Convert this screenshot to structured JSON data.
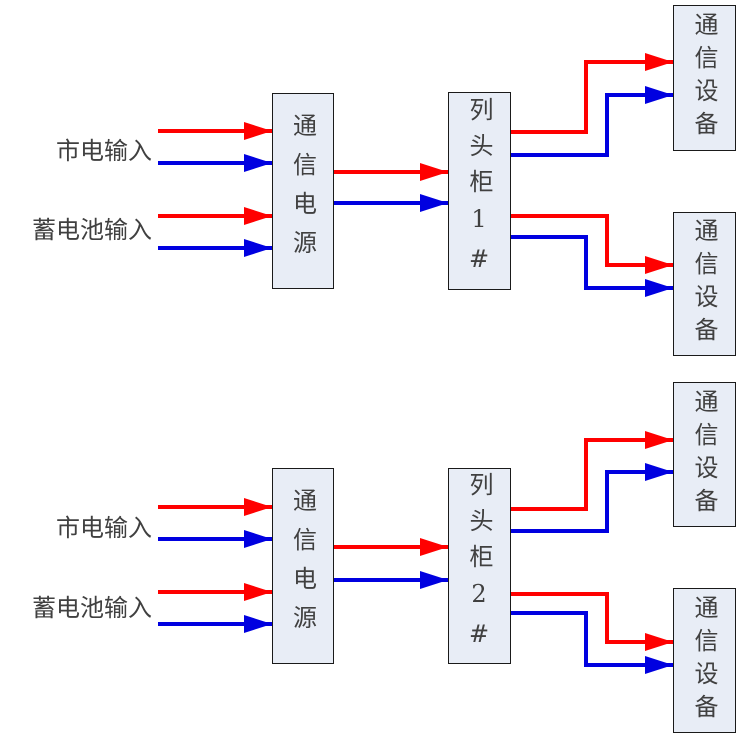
{
  "diagram": {
    "colors": {
      "red_line": "#ff0000",
      "blue_line": "#0000e0",
      "box_fill": "#e8edf6",
      "box_border": "#1a1a1a"
    },
    "sections": [
      {
        "mains_input_label": "市电输入",
        "battery_input_label": "蓄电池输入",
        "power_supply_label": "通信电源",
        "cabinet_label": "列头柜1#",
        "equipment_top_label": "通信设备",
        "equipment_bottom_label": "通信设备"
      },
      {
        "mains_input_label": "市电输入",
        "battery_input_label": "蓄电池输入",
        "power_supply_label": "通信电源",
        "cabinet_label": "列头柜2#",
        "equipment_top_label": "通信设备",
        "equipment_bottom_label": "通信设备"
      }
    ]
  }
}
